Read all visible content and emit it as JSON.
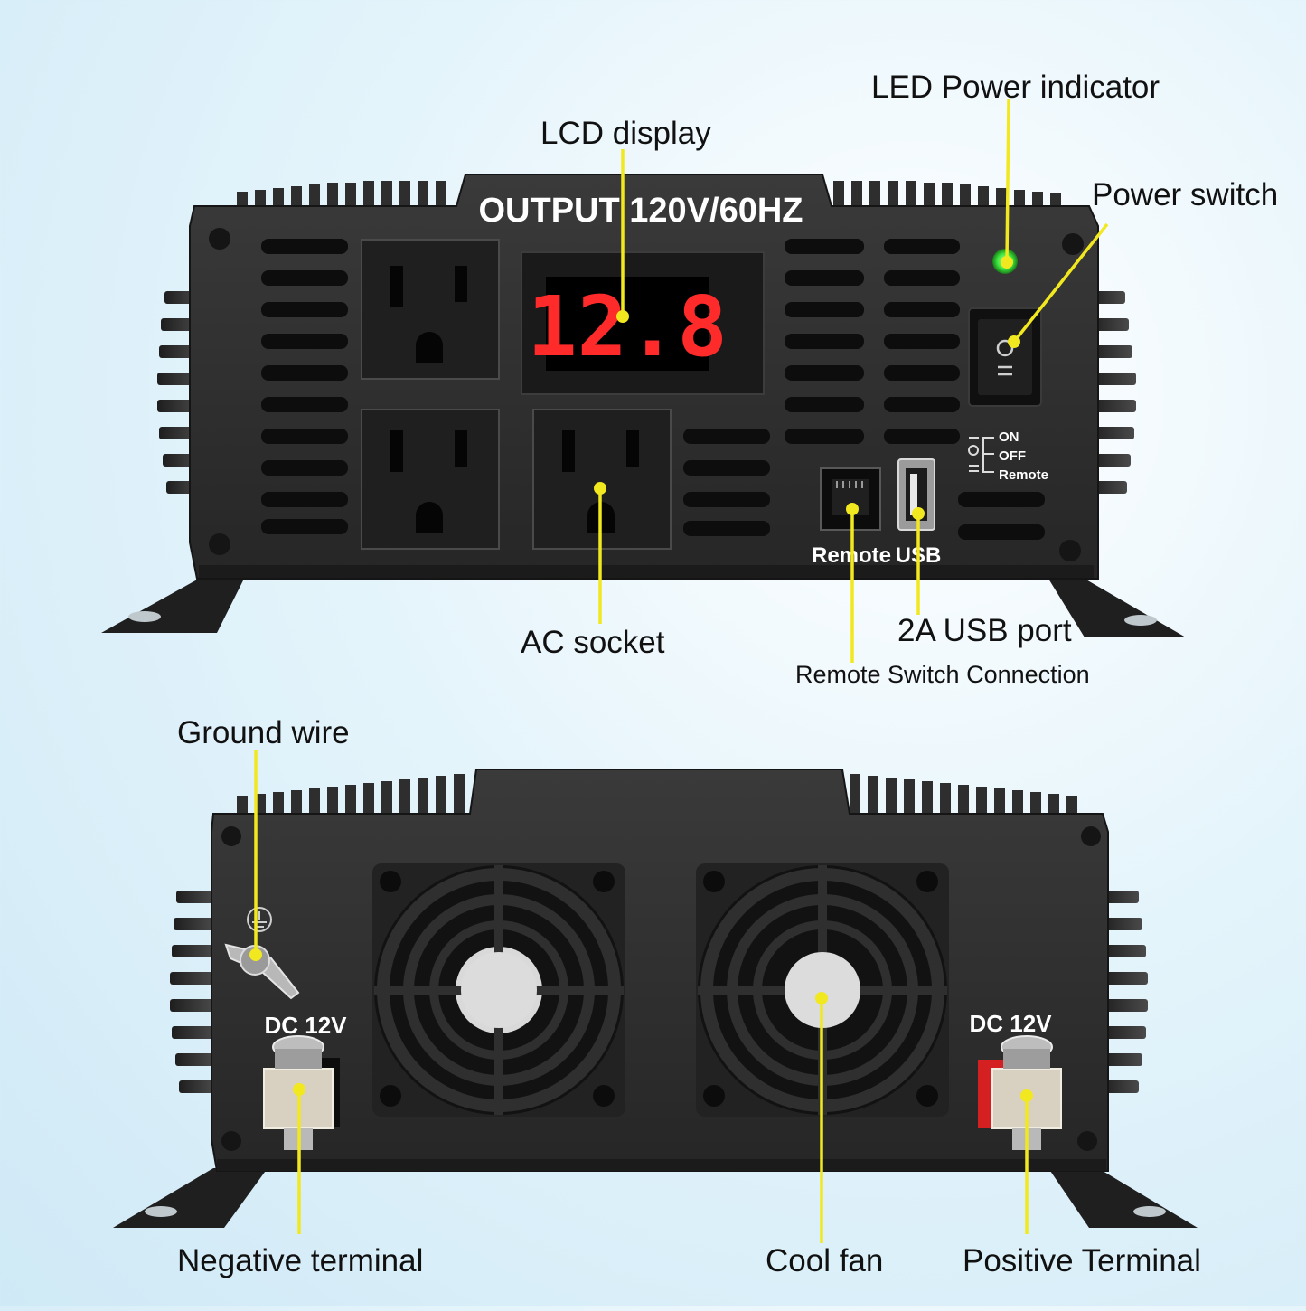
{
  "front": {
    "output_label": "OUTPUT 120V/60HZ",
    "lcd_reading": "12.8",
    "switch_legend": [
      "ON",
      "OFF",
      "Remote"
    ],
    "port_labels": {
      "remote": "Remote",
      "usb": "USB"
    }
  },
  "rear": {
    "dc_label_left": "DC  12V",
    "dc_label_right": "DC  12V"
  },
  "callouts": {
    "led_indicator": "LED Power indicator",
    "lcd_display": "LCD display",
    "power_switch": "Power switch",
    "ac_socket": "AC socket",
    "usb_port": "2A USB port",
    "remote_connection": "Remote Switch Connection",
    "ground_wire": "Ground wire",
    "negative_terminal": "Negative terminal",
    "cool_fan": "Cool fan",
    "positive_terminal": "Positive Terminal"
  },
  "colors": {
    "callout_line": "#f2e81f",
    "lcd_digits": "#ff2a2a",
    "led": "#3ee83e",
    "body": "#2b2b2b",
    "positive_cap": "#d42020"
  }
}
